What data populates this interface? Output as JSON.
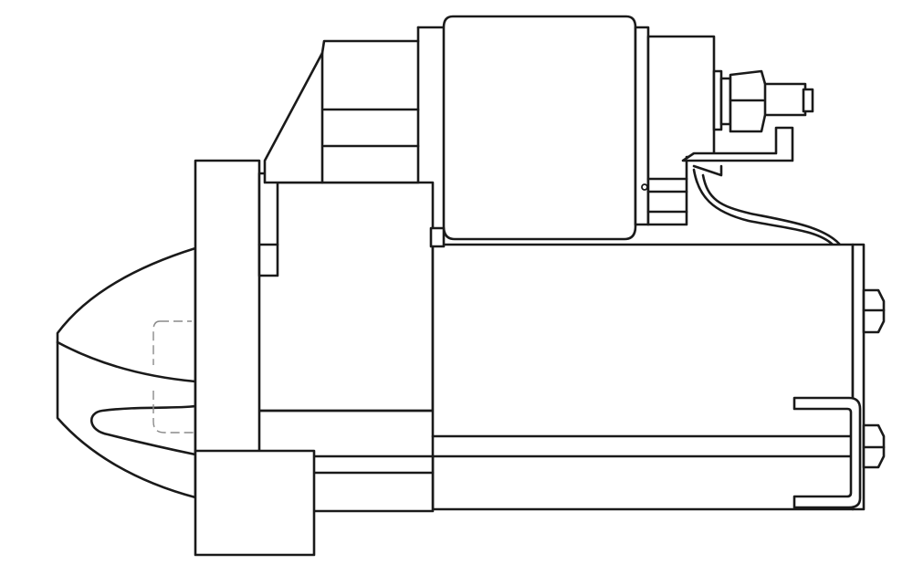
{
  "diagram": {
    "subject": "starter-motor-line-drawing",
    "style": {
      "stroke_color": "#1a1a1a",
      "fill_color": "#ffffff",
      "hidden_line_color": "#8a8a8a"
    },
    "parts": [
      "drive-nose-housing",
      "mounting-flange",
      "solenoid-bracket",
      "solenoid",
      "terminal-stud",
      "terminal-nut",
      "motor-yoke",
      "field-wire",
      "through-bolt-nuts",
      "mounting-clip",
      "mounting-foot"
    ]
  }
}
